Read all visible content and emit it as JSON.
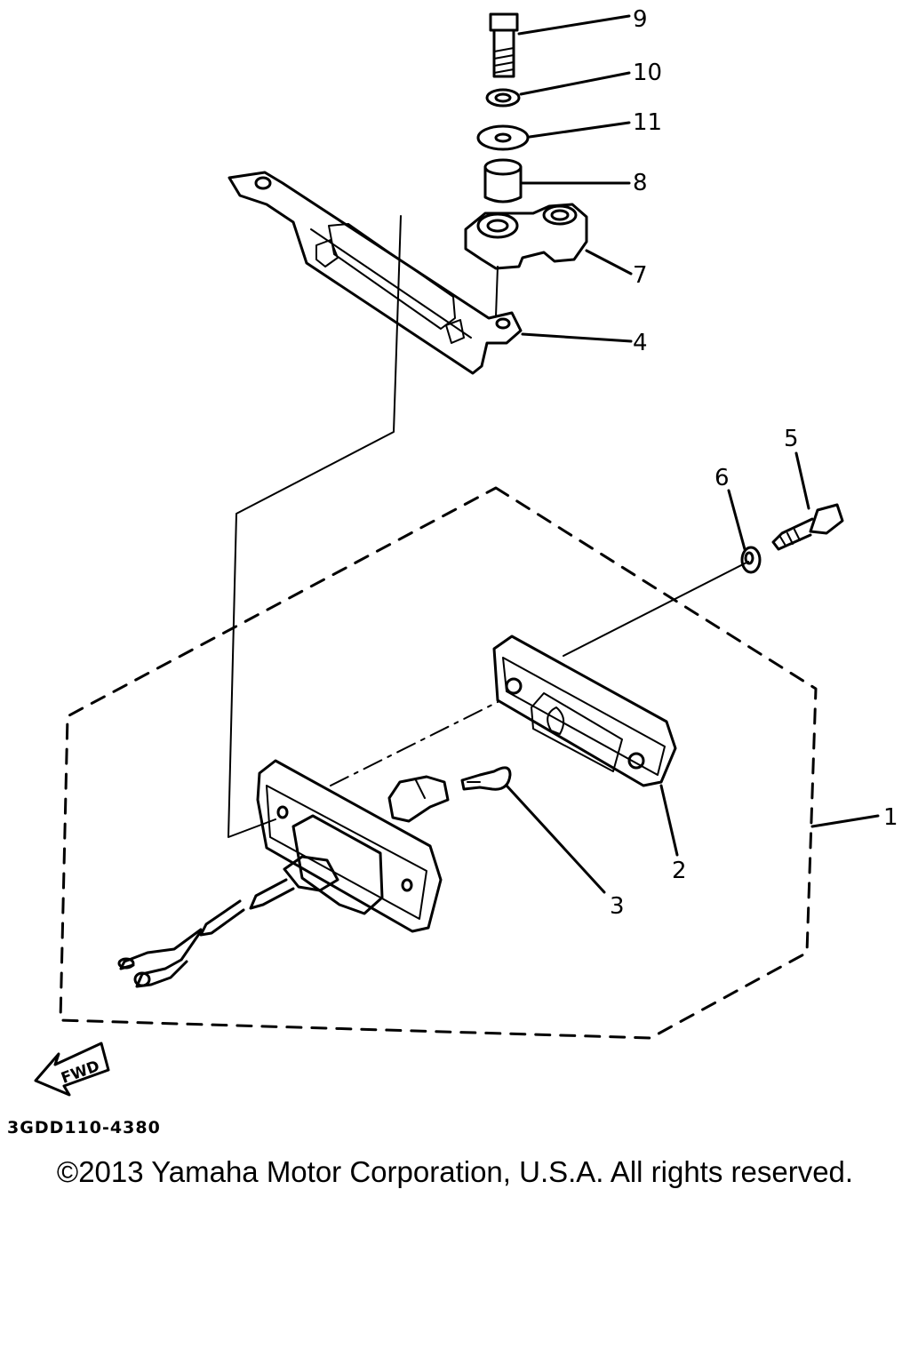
{
  "diagram": {
    "callouts": [
      "1",
      "2",
      "3",
      "4",
      "5",
      "6",
      "7",
      "8",
      "9",
      "10",
      "11"
    ],
    "direction_label": "FWD",
    "drawing_code": "3GDD110-4380"
  },
  "footer": {
    "copyright": "©2013 Yamaha Motor Corporation, U.S.A. All rights reserved."
  }
}
